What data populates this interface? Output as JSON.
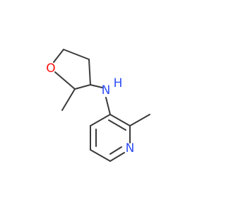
{
  "molecule": {
    "atoms": {
      "oxygen": {
        "symbol": "O",
        "color": "#ff0d0d"
      },
      "amine": {
        "symbol": "N",
        "color": "#3050f8"
      },
      "pyridine_n": {
        "symbol": "N",
        "color": "#3050f8"
      },
      "amine_h": {
        "symbol": "H",
        "color": "#3050f8"
      }
    },
    "bond_color": "#3a3a3a",
    "background": "#ffffff"
  }
}
